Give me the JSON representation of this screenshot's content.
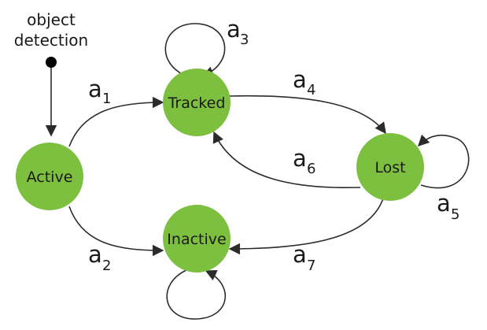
{
  "start": {
    "label_line1": "object",
    "label_line2": "detection"
  },
  "states": {
    "active": "Active",
    "tracked": "Tracked",
    "lost": "Lost",
    "inactive": "Inactive"
  },
  "transitions": {
    "a1": {
      "letter": "a",
      "index": "1"
    },
    "a2": {
      "letter": "a",
      "index": "2"
    },
    "a3": {
      "letter": "a",
      "index": "3"
    },
    "a4": {
      "letter": "a",
      "index": "4"
    },
    "a5": {
      "letter": "a",
      "index": "5"
    },
    "a6": {
      "letter": "a",
      "index": "6"
    },
    "a7": {
      "letter": "a",
      "index": "7"
    }
  },
  "colors": {
    "state_fill": "#7dbf3f",
    "edge": "#2b2b2b"
  }
}
